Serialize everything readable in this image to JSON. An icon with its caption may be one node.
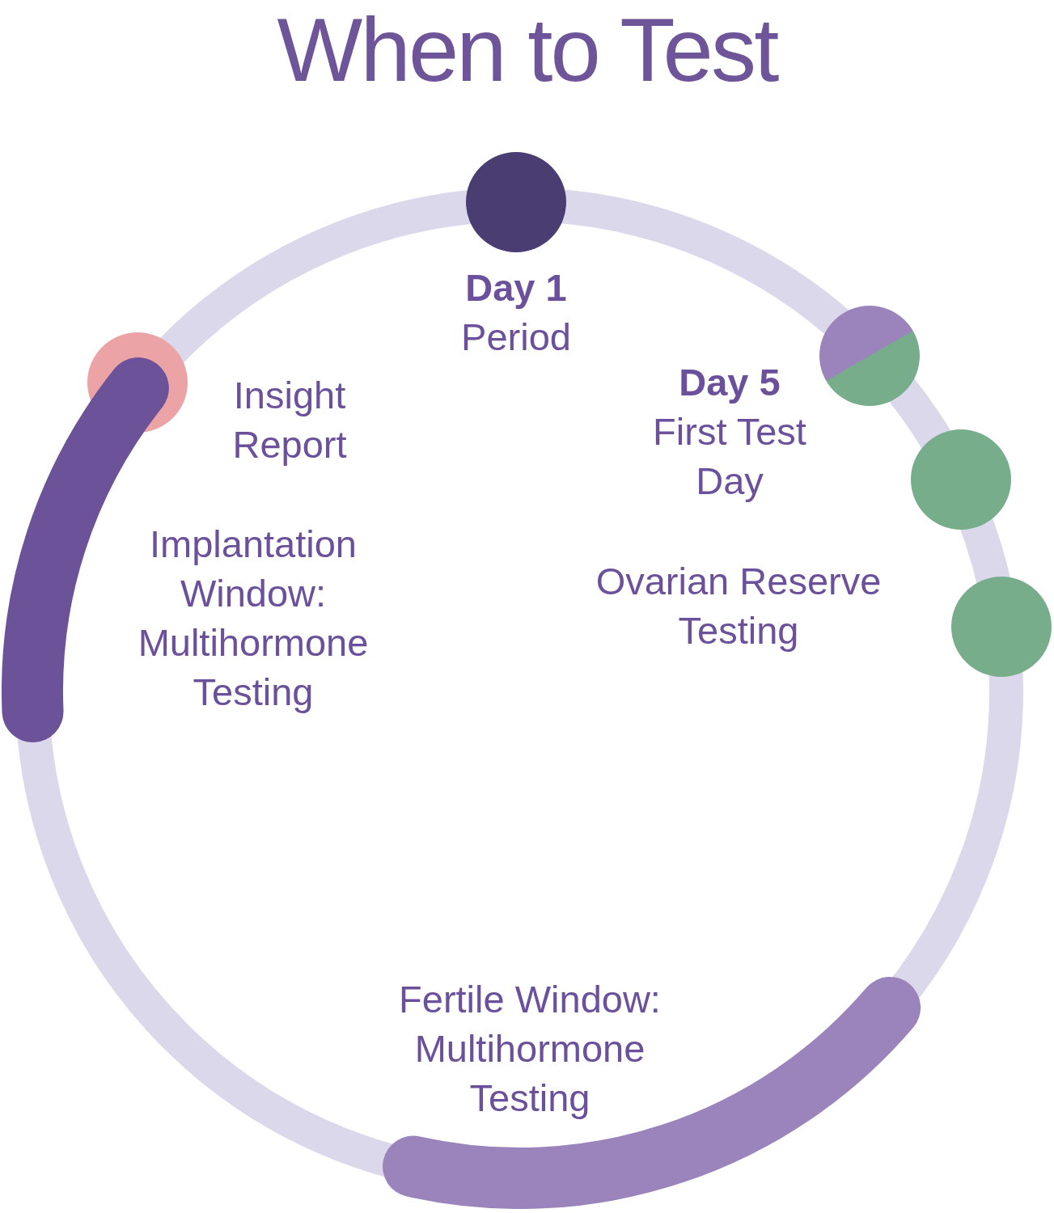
{
  "diagram": {
    "title": "When to Test",
    "nodes": [
      {
        "text": [],
        "shape": "circle",
        "beside": [
          "Day 1",
          "Period"
        ]
      },
      {
        "text": [],
        "shape": "circle",
        "beside": [
          "Day 5",
          "First Test Day"
        ]
      },
      {
        "text": [],
        "shape": "circle"
      },
      {
        "text": [],
        "shape": "circle",
        "beside": [
          "Ovarian Reserve Testing"
        ]
      },
      {
        "text": [],
        "shape": "circle",
        "beside": [
          "Insight Report"
        ]
      },
      {
        "text": [],
        "shape": "bar",
        "beside": [
          "Implantation Window: Multihormone Testing"
        ]
      },
      {
        "text": [
          "Fertile Window: Multihormone Testing"
        ]
      }
    ]
  }
}
